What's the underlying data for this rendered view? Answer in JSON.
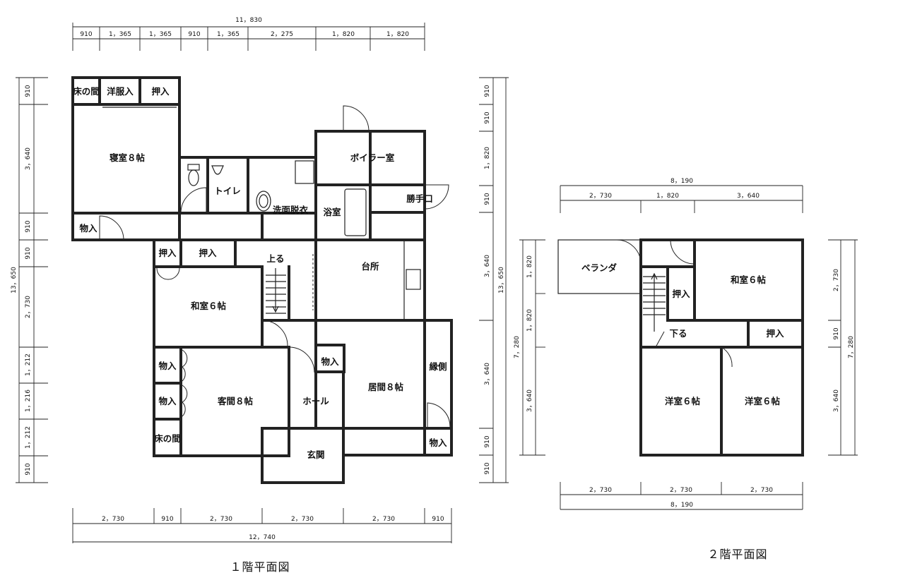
{
  "floor1": {
    "title": "１階平面図",
    "rooms": {
      "tokonoma_top": "床の間",
      "yofukuire": "洋服入",
      "oshiire_top": "押入",
      "shinshitsu": "寝室８帖",
      "toilet": "トイレ",
      "senmen": "洗面脱衣",
      "yokushitsu": "浴室",
      "boiler": "ボイラー室",
      "katteguchi": "勝手口",
      "monoire_left": "物入",
      "oshiire_a": "押入",
      "oshiire_b": "押入",
      "agaru": "上る",
      "daidokoro": "台所",
      "washitsu": "和室６帖",
      "monoire_k1": "物入",
      "monoire_k2": "物入",
      "tokonoma_bottom": "床の間",
      "kyakuma": "客間８帖",
      "hall": "ホール",
      "monoire_hall": "物入",
      "ima": "居間８帖",
      "engawa": "縁側",
      "monoire_right": "物入",
      "genkan": "玄関"
    },
    "dims": {
      "top_total": "11，830",
      "top": [
        "910",
        "1，365",
        "1，365",
        "910",
        "1，365",
        "2，275",
        "1，820",
        "1，820"
      ],
      "left_total": "13，650",
      "left": [
        "910",
        "3，640",
        "910",
        "910",
        "2，730",
        "1，212",
        "1，216",
        "1，212",
        "910"
      ],
      "right_total": "13，650",
      "right": [
        "910",
        "910",
        "1，820",
        "910",
        "3，640",
        "3，640",
        "910",
        "910"
      ],
      "bottom": [
        "2，730",
        "910",
        "2，730",
        "2，730",
        "2，730",
        "910"
      ],
      "bottom_total": "12，740"
    }
  },
  "floor2": {
    "title": "２階平面図",
    "rooms": {
      "veranda": "ベランダ",
      "oshiire_stair": "押入",
      "washitsu": "和室６帖",
      "kudaru": "下る",
      "oshiire": "押入",
      "yoshitsu_left": "洋室６帖",
      "yoshitsu_right": "洋室６帖"
    },
    "dims": {
      "top_total": "8，190",
      "top": [
        "2，730",
        "1，820",
        "3，640"
      ],
      "left_total": "7，280",
      "left": [
        "1，820",
        "1，820",
        "3，640"
      ],
      "right": [
        "2，730",
        "910",
        "3，640"
      ],
      "right_total": "7，280",
      "bottom": [
        "2，730",
        "2，730",
        "2，730"
      ],
      "bottom_total": "8，190"
    }
  }
}
